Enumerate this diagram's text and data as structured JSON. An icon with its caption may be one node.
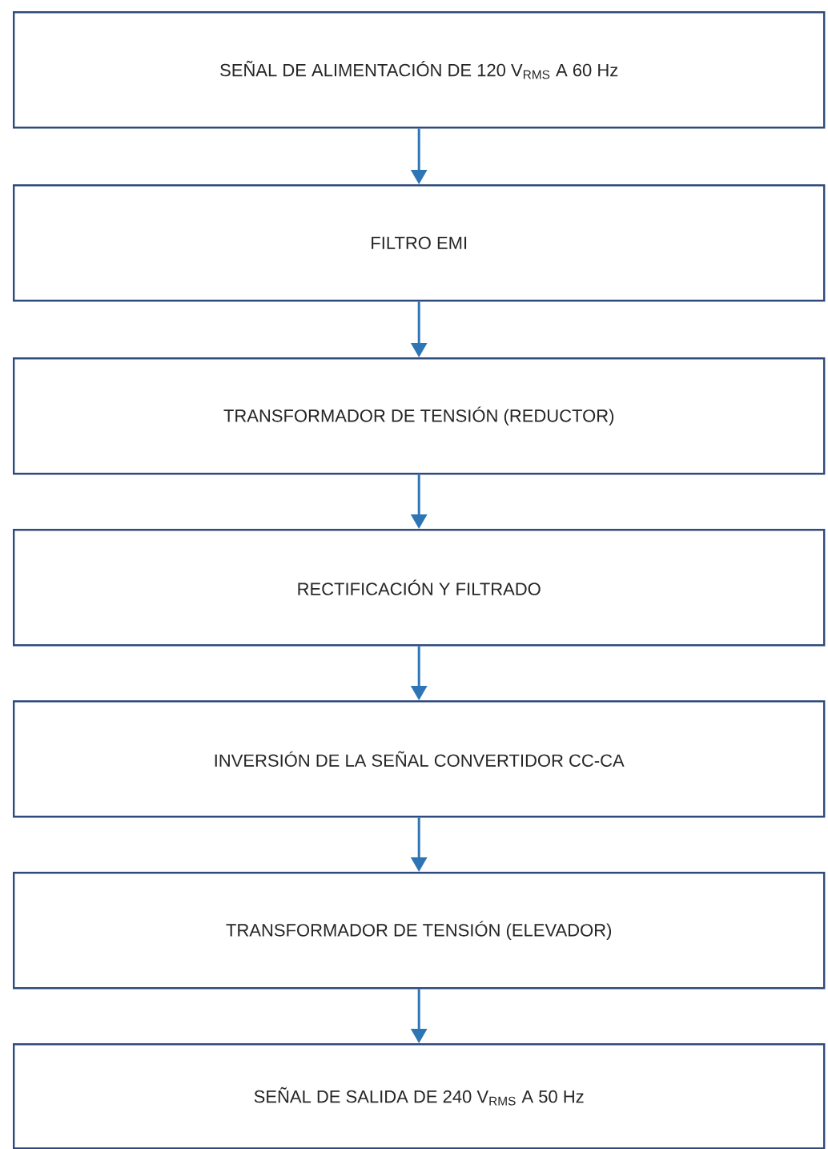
{
  "diagram": {
    "nodes": [
      {
        "text": [
          "SEÑAL DE ALIMENTACIÓN DE 120 V$_{RMS}$ A 60 Hz"
        ]
      },
      {
        "text": [
          "FILTRO EMI"
        ]
      },
      {
        "text": [
          "TRANSFORMADOR DE TENSIÓN (REDUCTOR)"
        ]
      },
      {
        "text": [
          "RECTIFICACIÓN Y FILTRADO"
        ]
      },
      {
        "text": [
          "INVERSIÓN DE LA SEÑAL CONVERTIDOR CC-CA"
        ]
      },
      {
        "text": [
          "TRANSFORMADOR DE TENSIÓN (ELEVADOR)"
        ]
      },
      {
        "text": [
          "SEÑAL DE SALIDA DE 240 V$_{RMS}$ A 50 Hz"
        ]
      }
    ],
    "edges": [
      {
        "from": 0,
        "to": 1,
        "arrow": "to"
      },
      {
        "from": 1,
        "to": 2,
        "arrow": "to"
      },
      {
        "from": 2,
        "to": 3,
        "arrow": "to"
      },
      {
        "from": 3,
        "to": 4,
        "arrow": "to"
      },
      {
        "from": 4,
        "to": 5,
        "arrow": "to"
      },
      {
        "from": 5,
        "to": 6,
        "arrow": "to"
      }
    ]
  }
}
